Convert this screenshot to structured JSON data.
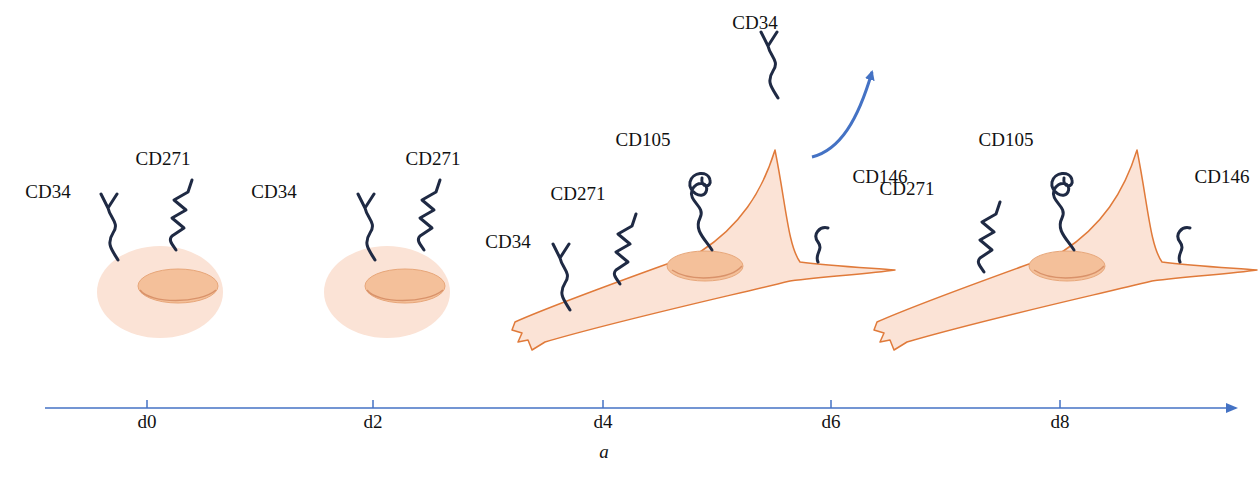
{
  "diagram": {
    "labels": [
      "CD34",
      "CD271",
      "CD34",
      "CD271",
      "CD34",
      "CD271",
      "CD105",
      "CD146",
      "CD34",
      "CD271",
      "CD105",
      "CD146",
      "d0",
      "d2",
      "d4",
      "d6",
      "d8",
      "a"
    ]
  }
}
